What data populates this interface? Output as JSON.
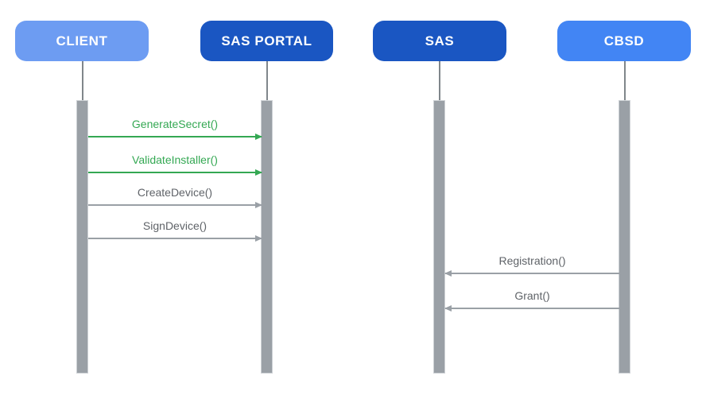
{
  "diagram_type": "sequence-diagram",
  "actors": [
    {
      "label": "CLIENT",
      "color": "#6D9CF2",
      "text_color": "#FFFFFF"
    },
    {
      "label": "SAS PORTAL",
      "color": "#1A56C2",
      "text_color": "#FFFFFF"
    },
    {
      "label": "SAS",
      "color": "#1A56C2",
      "text_color": "#FFFFFF"
    },
    {
      "label": "CBSD",
      "color": "#4285F4",
      "text_color": "#FFFFFF"
    }
  ],
  "messages": [
    {
      "label": "GenerateSecret()",
      "from": "CLIENT",
      "to": "SAS PORTAL",
      "direction": "right",
      "color": "#34A853"
    },
    {
      "label": "ValidateInstaller()",
      "from": "CLIENT",
      "to": "SAS PORTAL",
      "direction": "right",
      "color": "#34A853"
    },
    {
      "label": "CreateDevice()",
      "from": "CLIENT",
      "to": "SAS PORTAL",
      "direction": "right",
      "color": "#9AA0A6"
    },
    {
      "label": "SignDevice()",
      "from": "CLIENT",
      "to": "SAS PORTAL",
      "direction": "right",
      "color": "#9AA0A6"
    },
    {
      "label": "Registration()",
      "from": "CBSD",
      "to": "SAS",
      "direction": "left",
      "color": "#9AA0A6"
    },
    {
      "label": "Grant()",
      "from": "CBSD",
      "to": "SAS",
      "direction": "left",
      "color": "#9AA0A6"
    }
  ],
  "colors": {
    "background": "#FFFFFF",
    "green_message": "#34A853",
    "gray_message_line": "#9AA0A6",
    "gray_message_text": "#5F6368",
    "activation_bar": "#9AA0A6",
    "activation_bar_border": "#CDD1D5",
    "lifeline_stem": "#80868B",
    "actor_light_blue": "#6D9CF2",
    "actor_dark_blue": "#1A56C2",
    "actor_medium_blue": "#4285F4"
  }
}
